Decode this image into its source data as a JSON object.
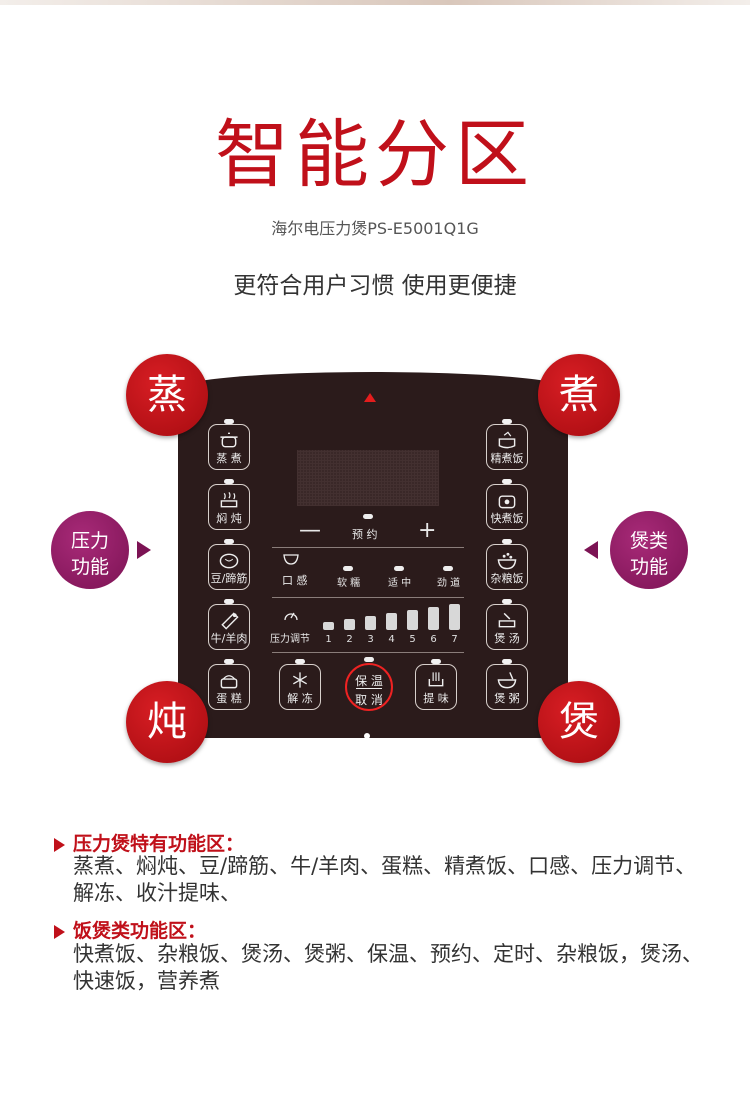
{
  "header": {
    "title": "智能分区",
    "model": "海尔电压力煲PS-E5001Q1G",
    "slogan": "更符合用户习惯   使用更便捷"
  },
  "badges": {
    "top_left": "蒸",
    "top_right": "煮",
    "bottom_left": "炖",
    "bottom_right": "煲",
    "side_left": [
      "压力",
      "功能"
    ],
    "side_right": [
      "煲类",
      "功能"
    ]
  },
  "panel": {
    "left_buttons": [
      "蒸 煮",
      "焖 炖",
      "豆/蹄筋",
      "牛/羊肉",
      "蛋 糕"
    ],
    "right_buttons": [
      "精煮饭",
      "快煮饭",
      "杂粮饭",
      "煲 汤",
      "煲 粥"
    ],
    "bottom_buttons": [
      "解 冻",
      "提 味"
    ],
    "cancel": {
      "line1": "保 温",
      "line2": "取 消"
    },
    "minus": "—",
    "plus": "+",
    "preset": "预 约",
    "texture_label": "口 感",
    "texture_options": [
      "软 糯",
      "适 中",
      "劲 道"
    ],
    "pressure_label": "压力调节",
    "pressure_levels": [
      "1",
      "2",
      "3",
      "4",
      "5",
      "6",
      "7"
    ]
  },
  "sections": [
    {
      "heading": "压力煲特有功能区：",
      "body": "蒸煮、焖炖、豆/蹄筋、牛/羊肉、蛋糕、精煮饭、口感、压力调节、解冻、收汁提味、"
    },
    {
      "heading": "饭煲类功能区：",
      "body": "快煮饭、杂粮饭、煲汤、煲粥、保温、预约、定时、杂粮饭，煲汤、快速饭，营养煮"
    }
  ],
  "colors": {
    "accent_red": "#c0101a",
    "panel_bg": "#2b1b1b",
    "badge_purple": "#7c1354"
  }
}
